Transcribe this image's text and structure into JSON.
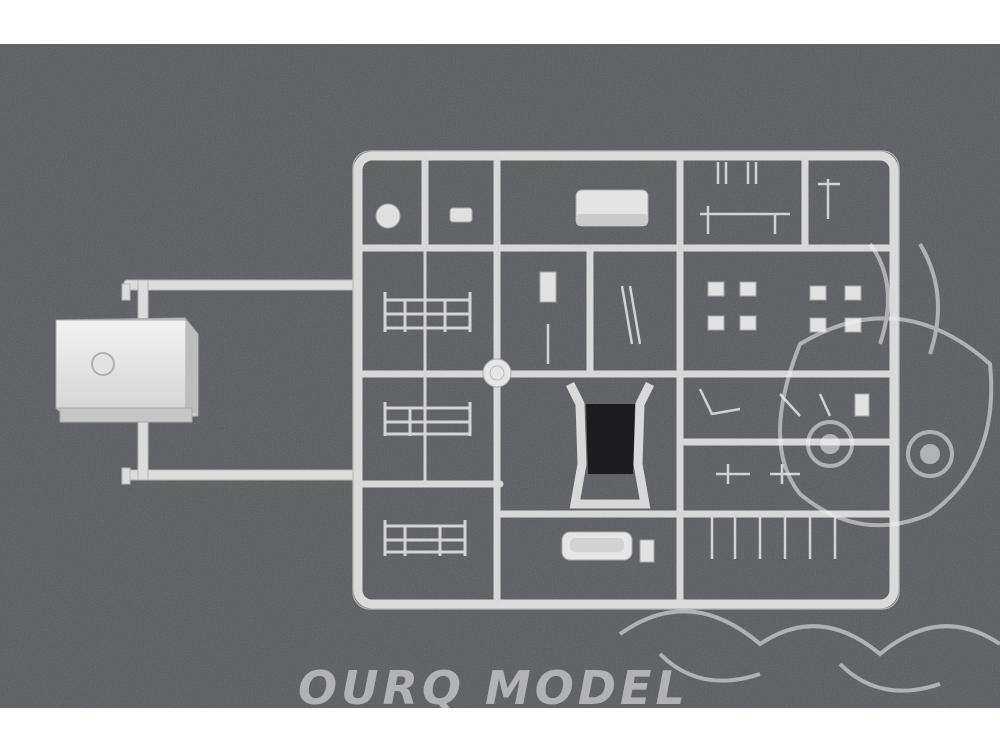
{
  "photo": {
    "subject": "sprue-frame",
    "background_color": "#5a5b5e",
    "plastic_color": "#dcdcdc",
    "watermark": {
      "text": "OURQ MODEL",
      "icon": "cartoon-cat-mascot"
    }
  }
}
